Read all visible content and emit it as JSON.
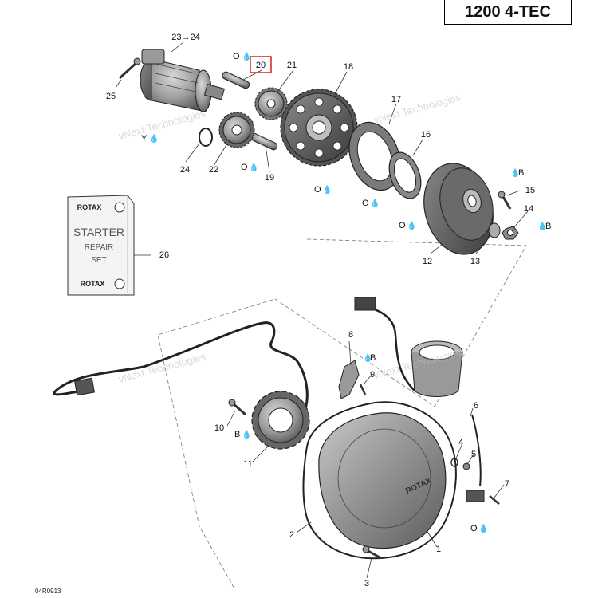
{
  "header": {
    "model_title": "1200 4-TEC"
  },
  "footer": {
    "diagram_code": "04R0913"
  },
  "watermark": "vNext Technologies",
  "highlight_color": "#d42020",
  "repair_kit": {
    "brand_top": "ROTAX",
    "line1": "STARTER",
    "line2": "REPAIR",
    "line3": "SET",
    "brand_bottom": "ROTAX"
  },
  "cover_brand": "ROTAX",
  "callouts": {
    "c1": "1",
    "c2": "2",
    "c3": "3",
    "c4": "4",
    "c5": "5",
    "c6": "6",
    "c7": "7",
    "c8": "8",
    "c9": "9",
    "c10": "10",
    "c11": "11",
    "c12": "12",
    "c13": "13",
    "c14": "14",
    "c15": "15",
    "c16": "16",
    "c17": "17",
    "c18": "18",
    "c19": "19",
    "c20": "20",
    "c21": "21",
    "c22": "22",
    "c2324": "23→24",
    "c24": "24",
    "c25": "25",
    "c26": "26"
  },
  "lube_marks": {
    "o": "O",
    "y": "Y",
    "b": "B"
  }
}
